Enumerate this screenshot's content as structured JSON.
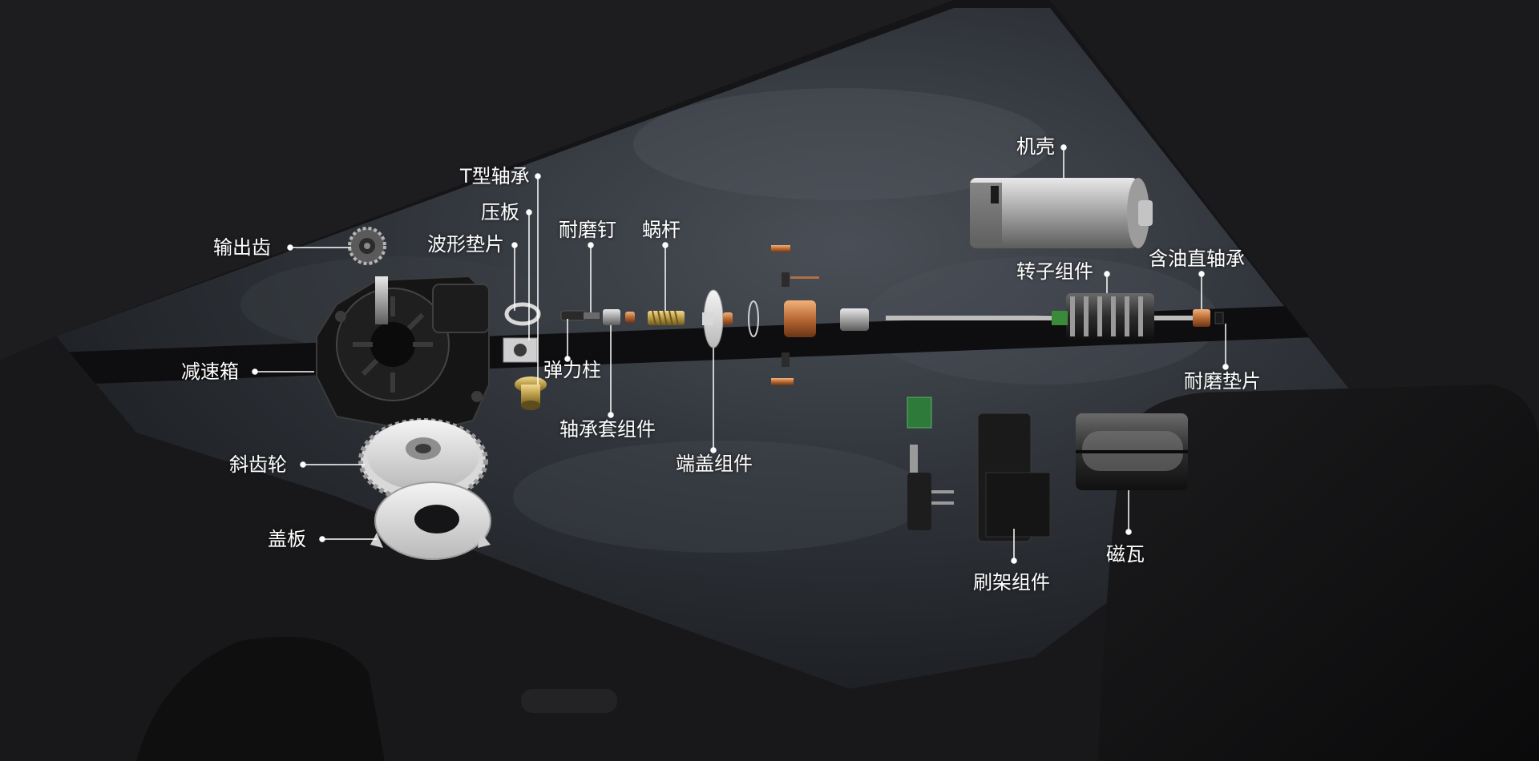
{
  "colors": {
    "background": "#141416",
    "sky": "#3a3e44",
    "label_text": "#ffffff",
    "leader_line": "#ffffff"
  },
  "labels": {
    "output_gear": "输出齿",
    "reduction_box": "减速箱",
    "helical_gear": "斜齿轮",
    "cover_plate": "盖板",
    "t_bearing": "T型轴承",
    "pressure_plate": "压板",
    "wave_washer": "波形垫片",
    "spring_post": "弹力柱",
    "wear_pin": "耐磨钉",
    "worm": "蜗杆",
    "bearing_sleeve_assembly": "轴承套组件",
    "end_cap_assembly": "端盖组件",
    "housing": "机壳",
    "rotor_assembly": "转子组件",
    "oil_bearing": "含油直轴承",
    "wear_washer": "耐磨垫片",
    "brush_holder_assembly": "刷架组件",
    "magnet": "磁瓦"
  }
}
